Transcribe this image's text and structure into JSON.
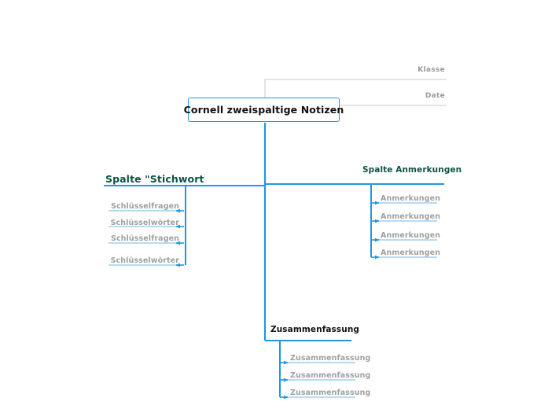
{
  "diagram": {
    "type": "mind-map",
    "title": "Cornell zweispaltige Notizen",
    "colors": {
      "branch_line": "#2196e3",
      "leaf_line": "#9ecff1",
      "meta_line": "#c8c8c8",
      "heading_green": "#0b5345",
      "leaf_text": "#a0a0a0",
      "meta_text": "#9a9a9a",
      "node_border": "#2196e3",
      "node_text": "#111111",
      "background": "#ffffff"
    }
  },
  "root": {
    "label": "Cornell zweispaltige Notizen"
  },
  "meta": {
    "klasse_label": "Klasse",
    "date_label": "Date"
  },
  "branches": {
    "left": {
      "heading": "Spalte \"Stichwort",
      "children": [
        {
          "label": "Schlüsselfragen"
        },
        {
          "label": "Schlüsselwörter"
        },
        {
          "label": "Schlüsselfragen"
        },
        {
          "label": "Schlüsselwörter"
        }
      ]
    },
    "right": {
      "heading": "Spalte Anmerkungen",
      "children": [
        {
          "label": "Anmerkungen"
        },
        {
          "label": "Anmerkungen"
        },
        {
          "label": "Anmerkungen"
        },
        {
          "label": "Anmerkungen"
        }
      ]
    },
    "bottom": {
      "heading": "Zusammenfassung",
      "children": [
        {
          "label": "Zusammenfassung"
        },
        {
          "label": "Zusammenfassung"
        },
        {
          "label": "Zusammenfassung"
        }
      ]
    }
  }
}
